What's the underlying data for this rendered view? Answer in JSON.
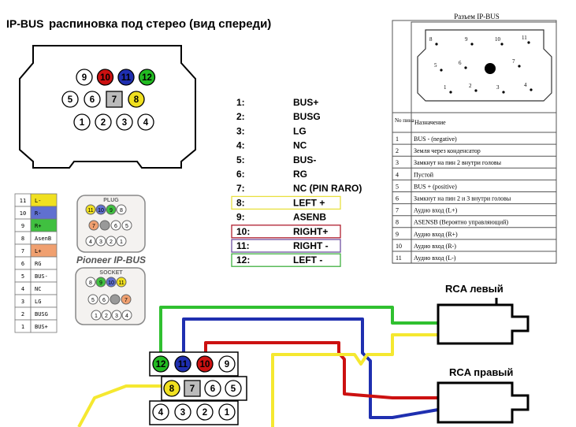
{
  "header": {
    "title_prefix": "IP-BUS",
    "title_rest": "распиновка под стерео (вид спереди)"
  },
  "connector_main": {
    "top_row": [
      {
        "num": "9",
        "color": "#ffffff",
        "text_color": "#000000"
      },
      {
        "num": "10",
        "color": "#cc1111",
        "text_color": "#000000"
      },
      {
        "num": "11",
        "color": "#1f2fb0",
        "text_color": "#000000"
      },
      {
        "num": "12",
        "color": "#22bb22",
        "text_color": "#000000"
      }
    ],
    "middle_row": [
      {
        "num": "5",
        "color": "#ffffff",
        "shape": "circle"
      },
      {
        "num": "6",
        "color": "#ffffff",
        "shape": "circle"
      },
      {
        "num": "7",
        "color": "#bbbbbb",
        "shape": "square"
      },
      {
        "num": "8",
        "color": "#f0e020",
        "shape": "circle"
      }
    ],
    "bottom_row": [
      {
        "num": "1"
      },
      {
        "num": "2"
      },
      {
        "num": "3"
      },
      {
        "num": "4"
      }
    ]
  },
  "pin_list": [
    {
      "num": "1:",
      "name": "BUS+",
      "box": ""
    },
    {
      "num": "2:",
      "name": "BUSG",
      "box": ""
    },
    {
      "num": "3:",
      "name": "LG",
      "box": ""
    },
    {
      "num": "4:",
      "name": "NC",
      "box": ""
    },
    {
      "num": "5:",
      "name": "BUS-",
      "box": ""
    },
    {
      "num": "6:",
      "name": "RG",
      "box": ""
    },
    {
      "num": "7:",
      "name": "NC (PIN RARO)",
      "box": ""
    },
    {
      "num": "8:",
      "name": "LEFT +",
      "box": "#e8e040"
    },
    {
      "num": "9:",
      "name": "ASENB",
      "box": ""
    },
    {
      "num": "10:",
      "name": "RIGHT+",
      "box": "#b02030"
    },
    {
      "num": "11:",
      "name": "RIGHT -",
      "box": "#7050a0"
    },
    {
      "num": "12:",
      "name": "LEFT -",
      "box": "#40b040"
    }
  ],
  "ru_table": {
    "title": "Разъем IP-BUS",
    "connector_pins": [
      "8",
      "9",
      "10",
      "11",
      "5",
      "6",
      "7",
      "1",
      "2",
      "3",
      "4"
    ],
    "header_num": "No пина",
    "header_desc": "Назначение",
    "rows": [
      {
        "num": "1",
        "desc": "BUS - (negative)"
      },
      {
        "num": "2",
        "desc": "Земля через конденсатор"
      },
      {
        "num": "3",
        "desc": "Замкнут на пин 2 внутри головы"
      },
      {
        "num": "4",
        "desc": "Пустой"
      },
      {
        "num": "5",
        "desc": "BUS + (positive)"
      },
      {
        "num": "6",
        "desc": "Замкнут на пин 2 и 3 внутри головы"
      },
      {
        "num": "7",
        "desc": "Аудио вход (L+)"
      },
      {
        "num": "8",
        "desc": "ASENSB (Вероятно управляющий)"
      },
      {
        "num": "9",
        "desc": "Аудио вход (R+)"
      },
      {
        "num": "10",
        "desc": "Аудио вход (R-)"
      },
      {
        "num": "11",
        "desc": "Аудио вход (L-)"
      }
    ]
  },
  "legend": {
    "rows": [
      {
        "num": "11",
        "label": "L-",
        "color": "#f0e020"
      },
      {
        "num": "10",
        "label": "R-",
        "color": "#6070d0"
      },
      {
        "num": "9",
        "label": "R+",
        "color": "#40c040"
      },
      {
        "num": "8",
        "label": "AsenB",
        "color": "#ffffff"
      },
      {
        "num": "7",
        "label": "L+",
        "color": "#f0a070"
      },
      {
        "num": "6",
        "label": "RG",
        "color": "#ffffff"
      },
      {
        "num": "5",
        "label": "BUS-",
        "color": "#ffffff"
      },
      {
        "num": "4",
        "label": "NC",
        "color": "#ffffff"
      },
      {
        "num": "3",
        "label": "LG",
        "color": "#ffffff"
      },
      {
        "num": "2",
        "label": "BUSG",
        "color": "#ffffff"
      },
      {
        "num": "1",
        "label": "BUS+",
        "color": "#ffffff"
      }
    ]
  },
  "pioneer": {
    "plug_label": "PLUG",
    "socket_label": "SOCKET",
    "brand": "Pioneer IP-BUS",
    "plug_top": [
      {
        "num": "11",
        "color": "#f0e020"
      },
      {
        "num": "10",
        "color": "#6070d0"
      },
      {
        "num": "9",
        "color": "#40c040"
      },
      {
        "num": "8",
        "color": "#ffffff"
      }
    ],
    "plug_mid": [
      {
        "num": "7",
        "color": "#f0a070"
      },
      {
        "num": "",
        "color": "#999999"
      },
      {
        "num": "6",
        "color": "#ffffff"
      },
      {
        "num": "5",
        "color": "#ffffff"
      }
    ],
    "plug_bot": [
      "4",
      "3",
      "2",
      "1"
    ],
    "socket_top": [
      {
        "num": "8",
        "color": "#ffffff"
      },
      {
        "num": "9",
        "color": "#40c040"
      },
      {
        "num": "10",
        "color": "#6070d0"
      },
      {
        "num": "11",
        "color": "#f0e020"
      }
    ],
    "socket_mid": [
      {
        "num": "5",
        "color": "#ffffff"
      },
      {
        "num": "6",
        "color": "#ffffff"
      },
      {
        "num": "",
        "color": "#999999"
      },
      {
        "num": "7",
        "color": "#f0a070"
      }
    ],
    "socket_bot": [
      "1",
      "2",
      "3",
      "4"
    ]
  },
  "rca": {
    "left_label": "RCA левый",
    "right_label": "RCA правый"
  },
  "bottom_connector": {
    "row1": [
      {
        "num": "12",
        "color": "#22bb22"
      },
      {
        "num": "11",
        "color": "#1f2fb0"
      },
      {
        "num": "10",
        "color": "#cc1111"
      },
      {
        "num": "9",
        "color": "#ffffff"
      }
    ],
    "row2": [
      {
        "num": "8",
        "color": "#f0e020",
        "shape": "circle"
      },
      {
        "num": "7",
        "color": "#bbbbbb",
        "shape": "square"
      },
      {
        "num": "6",
        "color": "#ffffff",
        "shape": "circle"
      },
      {
        "num": "5",
        "color": "#ffffff",
        "shape": "circle"
      }
    ],
    "row3": [
      "4",
      "3",
      "2",
      "1"
    ]
  },
  "wire_colors": {
    "green": "#30c030",
    "blue": "#1f2fb0",
    "red": "#cc1111",
    "yellow": "#f5e830"
  }
}
